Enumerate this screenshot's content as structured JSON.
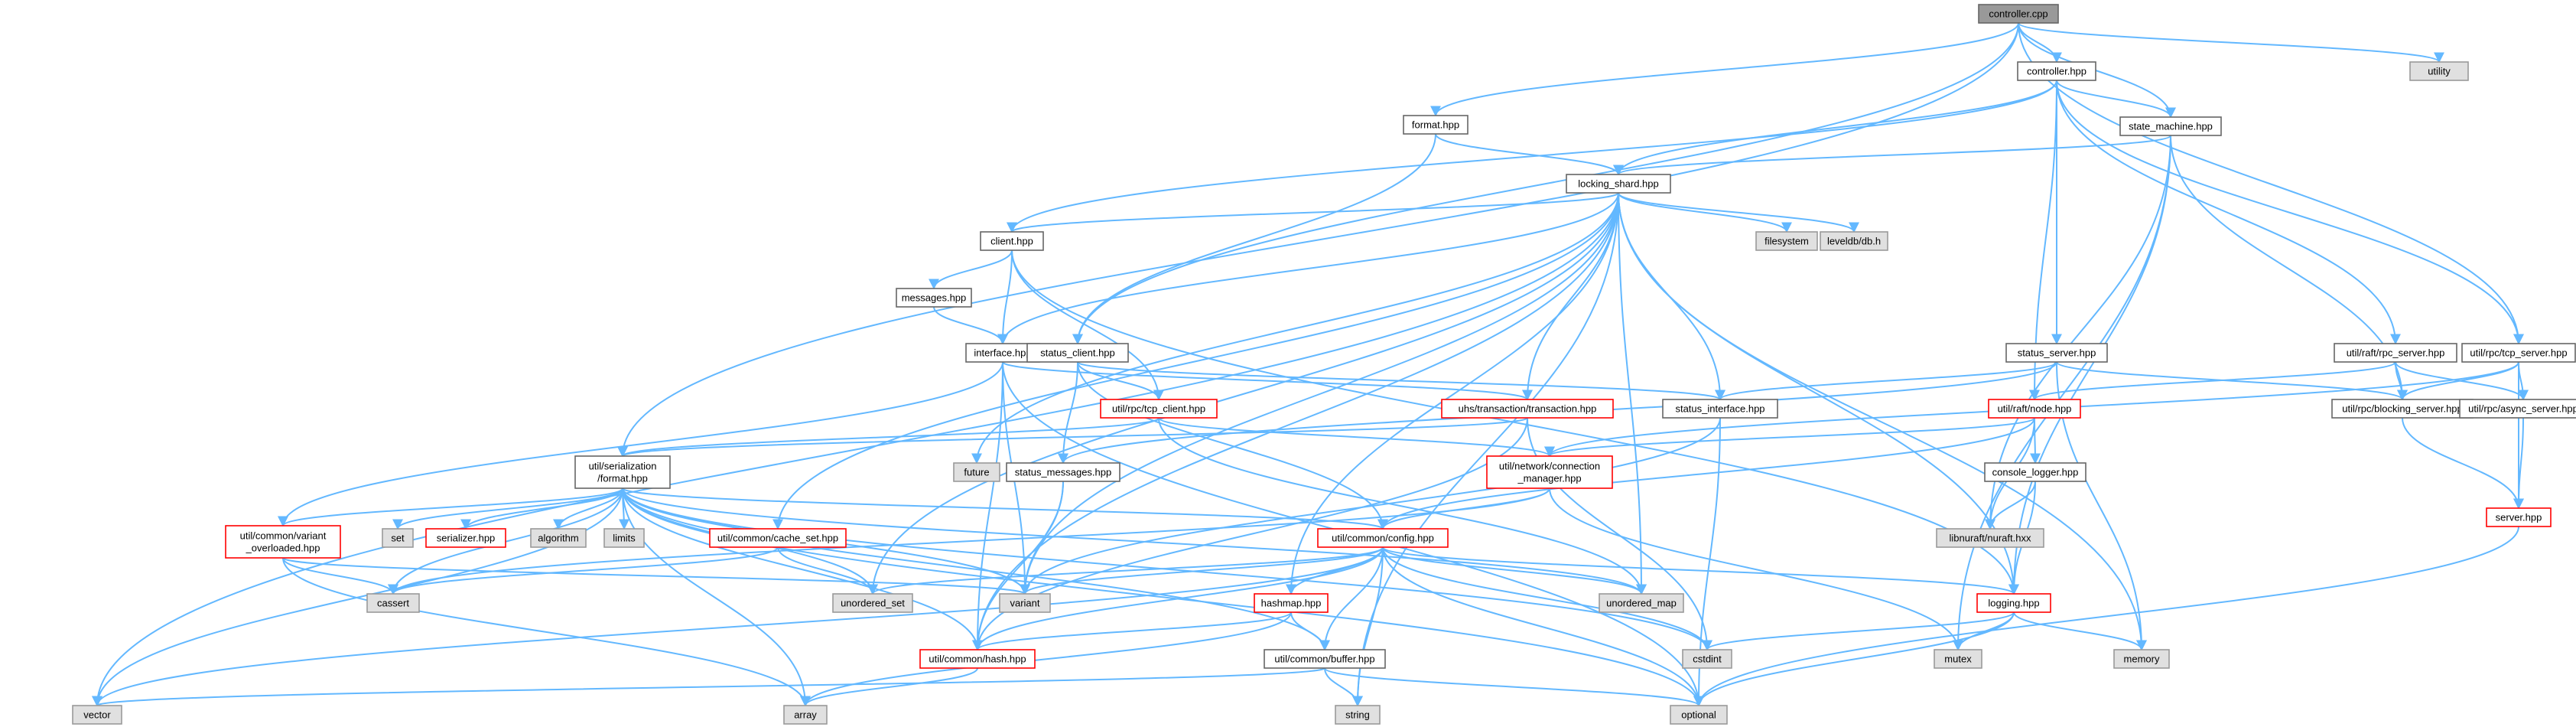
{
  "colors": {
    "edge": "#63b8ff",
    "root_fill": "#999999",
    "root_stroke": "#666666",
    "normal_fill": "#ffffff",
    "normal_stroke": "#666666",
    "system_fill": "#e0e0e0",
    "system_stroke": "#999999",
    "truncated_stroke": "#ff0000"
  },
  "nodes": [
    {
      "id": "controller_cpp",
      "label": "controller.cpp",
      "kind": "root"
    },
    {
      "id": "controller_hpp",
      "label": "controller.hpp",
      "kind": "normal"
    },
    {
      "id": "utility",
      "label": "utility",
      "kind": "system"
    },
    {
      "id": "format_hpp",
      "label": "format.hpp",
      "kind": "normal"
    },
    {
      "id": "state_machine",
      "label": "state_machine.hpp",
      "kind": "normal"
    },
    {
      "id": "locking_shard",
      "label": "locking_shard.hpp",
      "kind": "normal"
    },
    {
      "id": "client_hpp",
      "label": "client.hpp",
      "kind": "normal"
    },
    {
      "id": "filesystem",
      "label": "filesystem",
      "kind": "system"
    },
    {
      "id": "leveldb",
      "label": "leveldb/db.h",
      "kind": "system"
    },
    {
      "id": "messages_hpp",
      "label": "messages.hpp",
      "kind": "normal"
    },
    {
      "id": "interface_hpp",
      "label": "interface.hpp",
      "kind": "normal"
    },
    {
      "id": "status_client",
      "label": "status_client.hpp",
      "kind": "normal"
    },
    {
      "id": "status_server",
      "label": "status_server.hpp",
      "kind": "normal"
    },
    {
      "id": "raft_rpc_server",
      "label": "util/raft/rpc_server.hpp",
      "kind": "normal"
    },
    {
      "id": "tcp_server",
      "label": "util/rpc/tcp_server.hpp",
      "kind": "normal"
    },
    {
      "id": "tcp_client",
      "label": "util/rpc/tcp_client.hpp",
      "kind": "truncated"
    },
    {
      "id": "transaction",
      "label": "uhs/transaction/transaction.hpp",
      "kind": "truncated"
    },
    {
      "id": "status_interface",
      "label": "status_interface.hpp",
      "kind": "normal"
    },
    {
      "id": "raft_node",
      "label": "util/raft/node.hpp",
      "kind": "truncated"
    },
    {
      "id": "blocking_server",
      "label": "util/rpc/blocking_server.hpp",
      "kind": "normal"
    },
    {
      "id": "async_server",
      "label": "util/rpc/async_server.hpp",
      "kind": "normal"
    },
    {
      "id": "serialization_format",
      "label": [
        "util/serialization",
        "/format.hpp"
      ],
      "kind": "normal"
    },
    {
      "id": "future",
      "label": "future",
      "kind": "system"
    },
    {
      "id": "status_messages",
      "label": "status_messages.hpp",
      "kind": "normal"
    },
    {
      "id": "connection_manager",
      "label": [
        "util/network/connection",
        "_manager.hpp"
      ],
      "kind": "truncated"
    },
    {
      "id": "console_logger",
      "label": "console_logger.hpp",
      "kind": "normal"
    },
    {
      "id": "server_hpp",
      "label": "server.hpp",
      "kind": "truncated"
    },
    {
      "id": "variant_overloaded",
      "label": [
        "util/common/variant",
        "_overloaded.hpp"
      ],
      "kind": "truncated"
    },
    {
      "id": "set",
      "label": "set",
      "kind": "system"
    },
    {
      "id": "serializer",
      "label": "serializer.hpp",
      "kind": "truncated"
    },
    {
      "id": "algorithm",
      "label": "algorithm",
      "kind": "system"
    },
    {
      "id": "limits",
      "label": "limits",
      "kind": "system"
    },
    {
      "id": "cache_set",
      "label": "util/common/cache_set.hpp",
      "kind": "truncated"
    },
    {
      "id": "config",
      "label": "util/common/config.hpp",
      "kind": "truncated"
    },
    {
      "id": "nuraft",
      "label": "libnuraft/nuraft.hxx",
      "kind": "system"
    },
    {
      "id": "cassert",
      "label": "cassert",
      "kind": "system"
    },
    {
      "id": "unordered_set",
      "label": "unordered_set",
      "kind": "system"
    },
    {
      "id": "variant",
      "label": "variant",
      "kind": "system"
    },
    {
      "id": "unordered_map",
      "label": "unordered_map",
      "kind": "system"
    },
    {
      "id": "hashmap",
      "label": "hashmap.hpp",
      "kind": "truncated"
    },
    {
      "id": "logging",
      "label": "logging.hpp",
      "kind": "truncated"
    },
    {
      "id": "cstdint",
      "label": "cstdint",
      "kind": "system"
    },
    {
      "id": "hash_hpp",
      "label": "util/common/hash.hpp",
      "kind": "truncated"
    },
    {
      "id": "buffer_hpp",
      "label": "util/common/buffer.hpp",
      "kind": "normal"
    },
    {
      "id": "mutex",
      "label": "mutex",
      "kind": "system"
    },
    {
      "id": "memory",
      "label": "memory",
      "kind": "system"
    },
    {
      "id": "vector",
      "label": "vector",
      "kind": "system"
    },
    {
      "id": "array",
      "label": "array",
      "kind": "system"
    },
    {
      "id": "string",
      "label": "string",
      "kind": "system"
    },
    {
      "id": "optional",
      "label": "optional",
      "kind": "system"
    }
  ],
  "edges": [
    [
      "controller_cpp",
      "controller_hpp"
    ],
    [
      "controller_cpp",
      "utility"
    ],
    [
      "controller_cpp",
      "format_hpp"
    ],
    [
      "controller_cpp",
      "state_machine"
    ],
    [
      "controller_cpp",
      "status_client"
    ],
    [
      "controller_cpp",
      "tcp_server"
    ],
    [
      "controller_cpp",
      "serialization_format"
    ],
    [
      "controller_hpp",
      "state_machine"
    ],
    [
      "controller_hpp",
      "locking_shard"
    ],
    [
      "controller_hpp",
      "client_hpp"
    ],
    [
      "controller_hpp",
      "status_server"
    ],
    [
      "controller_hpp",
      "raft_rpc_server"
    ],
    [
      "controller_hpp",
      "tcp_server"
    ],
    [
      "controller_hpp",
      "raft_node"
    ],
    [
      "format_hpp",
      "locking_shard"
    ],
    [
      "format_hpp",
      "status_client"
    ],
    [
      "state_machine",
      "locking_shard"
    ],
    [
      "state_machine",
      "blocking_server"
    ],
    [
      "state_machine",
      "nuraft"
    ],
    [
      "state_machine",
      "logging"
    ],
    [
      "state_machine",
      "mutex"
    ],
    [
      "locking_shard",
      "client_hpp"
    ],
    [
      "locking_shard",
      "filesystem"
    ],
    [
      "locking_shard",
      "leveldb"
    ],
    [
      "locking_shard",
      "interface_hpp"
    ],
    [
      "locking_shard",
      "transaction"
    ],
    [
      "locking_shard",
      "status_interface"
    ],
    [
      "locking_shard",
      "cache_set"
    ],
    [
      "locking_shard",
      "future"
    ],
    [
      "locking_shard",
      "unordered_set"
    ],
    [
      "locking_shard",
      "variant"
    ],
    [
      "locking_shard",
      "unordered_map"
    ],
    [
      "locking_shard",
      "hashmap"
    ],
    [
      "locking_shard",
      "logging"
    ],
    [
      "locking_shard",
      "memory"
    ],
    [
      "locking_shard",
      "string"
    ],
    [
      "locking_shard",
      "vector"
    ],
    [
      "locking_shard",
      "hash_hpp"
    ],
    [
      "client_hpp",
      "messages_hpp"
    ],
    [
      "client_hpp",
      "interface_hpp"
    ],
    [
      "client_hpp",
      "tcp_client"
    ],
    [
      "client_hpp",
      "logging"
    ],
    [
      "messages_hpp",
      "interface_hpp"
    ],
    [
      "interface_hpp",
      "transaction"
    ],
    [
      "interface_hpp",
      "variant_overloaded"
    ],
    [
      "interface_hpp",
      "variant"
    ],
    [
      "interface_hpp",
      "optional"
    ],
    [
      "interface_hpp",
      "hash_hpp"
    ],
    [
      "status_client",
      "tcp_client"
    ],
    [
      "status_client",
      "status_interface"
    ],
    [
      "status_client",
      "status_messages"
    ],
    [
      "status_client",
      "config"
    ],
    [
      "status_server",
      "status_interface"
    ],
    [
      "status_server",
      "blocking_server"
    ],
    [
      "status_server",
      "status_messages"
    ],
    [
      "status_server",
      "memory"
    ],
    [
      "raft_rpc_server",
      "blocking_server"
    ],
    [
      "raft_rpc_server",
      "async_server"
    ],
    [
      "raft_rpc_server",
      "raft_node"
    ],
    [
      "tcp_server",
      "blocking_server"
    ],
    [
      "tcp_server",
      "async_server"
    ],
    [
      "tcp_server",
      "server_hpp"
    ],
    [
      "tcp_server",
      "connection_manager"
    ],
    [
      "tcp_client",
      "serialization_format"
    ],
    [
      "tcp_client",
      "connection_manager"
    ],
    [
      "tcp_client",
      "unordered_map"
    ],
    [
      "transaction",
      "serialization_format"
    ],
    [
      "transaction",
      "cstdint"
    ],
    [
      "transaction",
      "hash_hpp"
    ],
    [
      "status_interface",
      "variant"
    ],
    [
      "status_interface",
      "optional"
    ],
    [
      "raft_node",
      "console_logger"
    ],
    [
      "raft_node",
      "nuraft"
    ],
    [
      "raft_node",
      "connection_manager"
    ],
    [
      "raft_node",
      "config"
    ],
    [
      "blocking_server",
      "server_hpp"
    ],
    [
      "async_server",
      "server_hpp"
    ],
    [
      "server_hpp",
      "optional"
    ],
    [
      "serialization_format",
      "variant_overloaded"
    ],
    [
      "serialization_format",
      "set"
    ],
    [
      "serialization_format",
      "serializer"
    ],
    [
      "serialization_format",
      "algorithm"
    ],
    [
      "serialization_format",
      "limits"
    ],
    [
      "serialization_format",
      "config"
    ],
    [
      "serialization_format",
      "cassert"
    ],
    [
      "serialization_format",
      "unordered_set"
    ],
    [
      "serialization_format",
      "variant"
    ],
    [
      "serialization_format",
      "unordered_map"
    ],
    [
      "serialization_format",
      "hash_hpp"
    ],
    [
      "serialization_format",
      "buffer_hpp"
    ],
    [
      "serialization_format",
      "optional"
    ],
    [
      "serialization_format",
      "vector"
    ],
    [
      "serialization_format",
      "array"
    ],
    [
      "serialization_format",
      "cstdint"
    ],
    [
      "status_messages",
      "variant"
    ],
    [
      "status_messages",
      "hash_hpp"
    ],
    [
      "connection_manager",
      "config"
    ],
    [
      "connection_manager",
      "cassert"
    ],
    [
      "connection_manager",
      "mutex"
    ],
    [
      "console_logger",
      "logging"
    ],
    [
      "console_logger",
      "nuraft"
    ],
    [
      "variant_overloaded",
      "variant"
    ],
    [
      "variant_overloaded",
      "cassert"
    ],
    [
      "variant_overloaded",
      "array"
    ],
    [
      "cache_set",
      "cassert"
    ],
    [
      "cache_set",
      "unordered_set"
    ],
    [
      "config",
      "variant"
    ],
    [
      "config",
      "unordered_map"
    ],
    [
      "config",
      "unordered_set"
    ],
    [
      "config",
      "hashmap"
    ],
    [
      "config",
      "logging"
    ],
    [
      "config",
      "cstdint"
    ],
    [
      "config",
      "hash_hpp"
    ],
    [
      "config",
      "buffer_hpp"
    ],
    [
      "config",
      "optional"
    ],
    [
      "config",
      "string"
    ],
    [
      "config",
      "vector"
    ],
    [
      "hashmap",
      "hash_hpp"
    ],
    [
      "hashmap",
      "buffer_hpp"
    ],
    [
      "hashmap",
      "array"
    ],
    [
      "logging",
      "mutex"
    ],
    [
      "logging",
      "memory"
    ],
    [
      "logging",
      "optional"
    ],
    [
      "logging",
      "cstdint"
    ],
    [
      "buffer_hpp",
      "vector"
    ],
    [
      "buffer_hpp",
      "string"
    ],
    [
      "buffer_hpp",
      "optional"
    ],
    [
      "hash_hpp",
      "array"
    ]
  ]
}
